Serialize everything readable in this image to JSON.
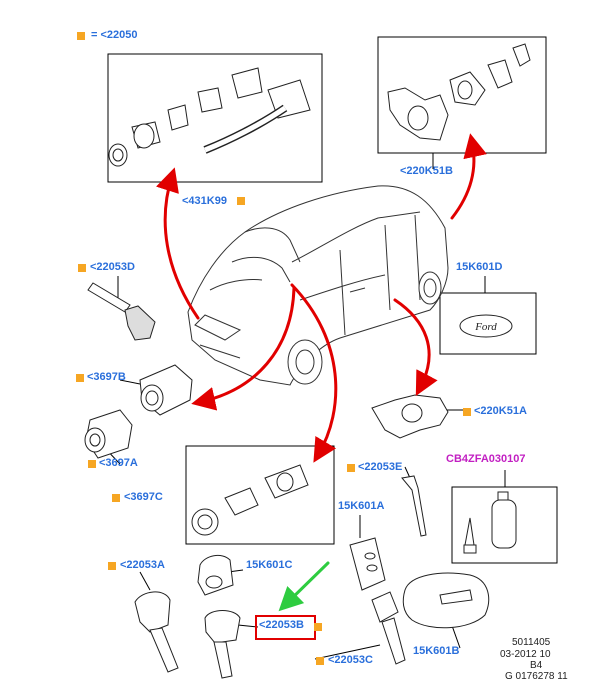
{
  "legend": {
    "text": "= <22050",
    "color": "#f6a623"
  },
  "labels": {
    "431K99": "<431K99",
    "220K51B": "<220K51B",
    "22053D": "<22053D",
    "15K601D": "15K601D",
    "3697B": "<3697B",
    "220K51A": "<220K51A",
    "3697A": "<3697A",
    "22053E": "<22053E",
    "CB4ZFA030107": "CB4ZFA030107",
    "3697C": "<3697C",
    "15K601A": "15K601A",
    "22053A": "<22053A",
    "15K601C": "15K601C",
    "22053B": "<22053B",
    "15K601B": "15K601B",
    "22053C": "<22053C"
  },
  "ford_logo_text": "Ford",
  "footer": {
    "line1": "5011405",
    "line2": "03-2012 10",
    "line3": "B4",
    "line4": "G 0176278 11"
  },
  "colors": {
    "label": "#2a6fdb",
    "magenta": "#c21fc2",
    "arrow_red": "#e10000",
    "arrow_green": "#2ecc40",
    "marker": "#f6a623"
  }
}
